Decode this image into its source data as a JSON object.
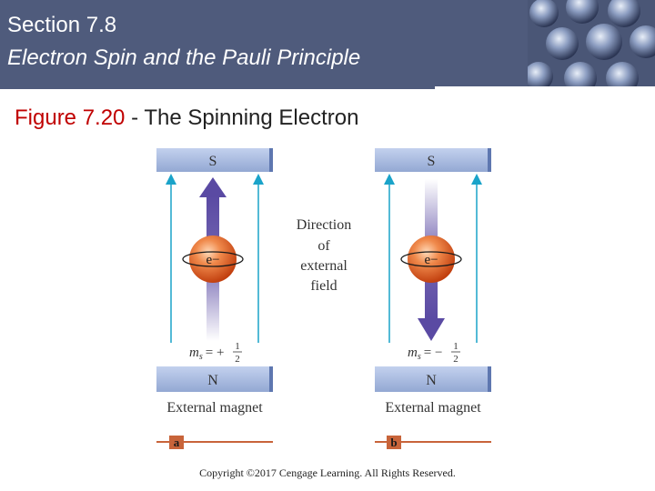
{
  "header": {
    "section": "Section 7.8",
    "subtitle": "Electron Spin and the Pauli Principle"
  },
  "figure": {
    "number": "Figure 7.20",
    "separator": " - ",
    "title": "The Spinning Electron"
  },
  "diagram": {
    "center_label": [
      "Direction",
      "of",
      "external",
      "field"
    ],
    "panels": [
      {
        "id": "a",
        "top_pole": "S",
        "bottom_pole": "N",
        "electron": "e−",
        "ms_symbol": "m",
        "ms_sub": "s",
        "ms_sign": "= +",
        "ms_num": "1",
        "ms_den": "2",
        "spin_direction": "up",
        "magnet_label": "External magnet",
        "tag": "a"
      },
      {
        "id": "b",
        "top_pole": "S",
        "bottom_pole": "N",
        "electron": "e−",
        "ms_symbol": "m",
        "ms_sub": "s",
        "ms_sign": "= −",
        "ms_num": "1",
        "ms_den": "2",
        "spin_direction": "down",
        "magnet_label": "External magnet",
        "tag": "b"
      }
    ],
    "colors": {
      "magnet": "#9fb3d9",
      "field_line": "#1aa3c9",
      "arrow": "#5a4aa3",
      "electron": "#e2602a",
      "tag_line": "#c8643a"
    }
  },
  "copyright": "Copyright ©2017 Cengage Learning. All Rights Reserved."
}
